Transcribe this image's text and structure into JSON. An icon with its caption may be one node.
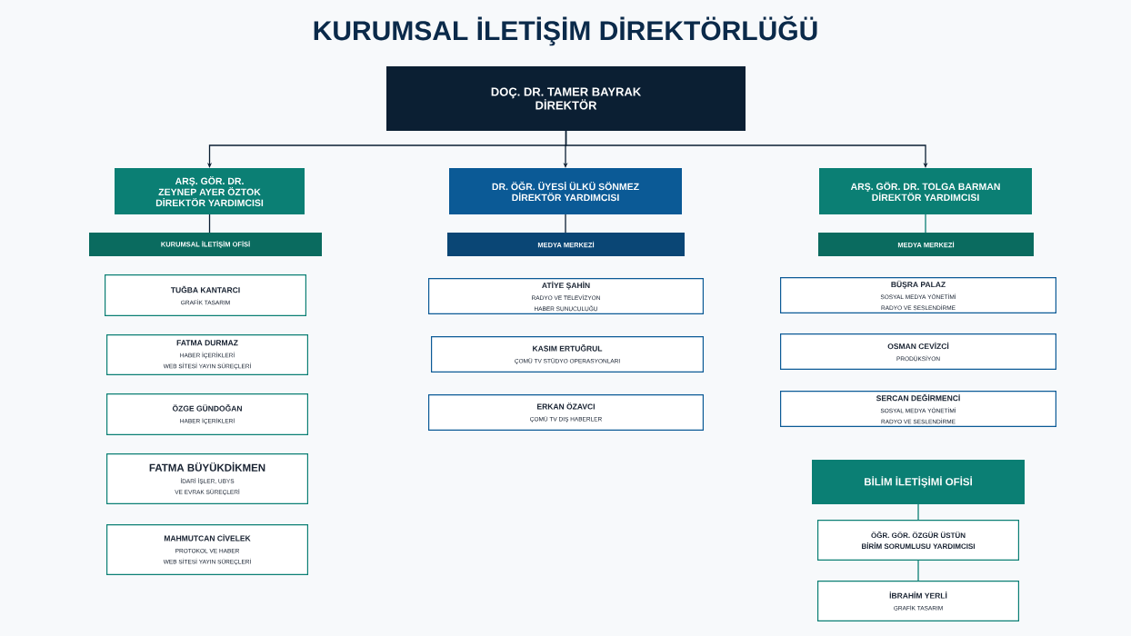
{
  "diagram": {
    "title": "KURUMSAL İLETİŞİM DİREKTÖRLÜĞÜ",
    "nodes": [
      {
        "text": [
          "DOÇ. DR. TAMER BAYRAK",
          "DİREKTÖR"
        ]
      },
      {
        "text": [
          "ARŞ. GÖR. DR.",
          "ZEYNEP AYER ÖZTOK",
          "DİREKTÖR YARDIMCISI"
        ]
      },
      {
        "text": [
          "KURUMSAL İLETİŞİM OFİSİ"
        ]
      },
      {
        "text": [
          "TUĞBA KANTARCI",
          "GRAFİK TASARIM"
        ]
      },
      {
        "text": [
          "FATMA DURMAZ",
          "HABER İÇERİKLERİ",
          "WEB SİTESİ YAYIN SÜREÇLERİ"
        ]
      },
      {
        "text": [
          "ÖZGE GÜNDOĞAN",
          "HABER İÇERİKLERİ"
        ]
      },
      {
        "text": [
          "FATMA BÜYÜKDİKMEN",
          "İDARİ İŞLER, UBYS",
          "VE EVRAK SÜREÇLERİ"
        ]
      },
      {
        "text": [
          "MAHMUTCAN CİVELEK",
          "PROTOKOL VE HABER",
          "WEB SİTESİ YAYIN SÜREÇLERİ"
        ]
      },
      {
        "text": [
          "DR. ÖĞR. ÜYESİ ÜLKÜ SÖNMEZ",
          "DİREKTÖR YARDIMCISI"
        ]
      },
      {
        "text": [
          "MEDYA MERKEZİ"
        ]
      },
      {
        "text": [
          "ATİYE ŞAHİN",
          "RADYO VE TELEVİZYON",
          "HABER SUNUCULUĞU"
        ]
      },
      {
        "text": [
          "KASIM ERTUĞRUL",
          "ÇOMÜ TV STÜDYO OPERASYONLARI"
        ]
      },
      {
        "text": [
          "ERKAN ÖZAVCI",
          "ÇOMÜ TV DIŞ HABERLER"
        ]
      },
      {
        "text": [
          "ARŞ. GÖR. DR. TOLGA BARMAN",
          "DİREKTÖR YARDIMCISI"
        ]
      },
      {
        "text": [
          "MEDYA MERKEZİ"
        ]
      },
      {
        "text": [
          "BÜŞRA PALAZ",
          "SOSYAL MEDYA YÖNETİMİ",
          "RADYO VE SESLENDİRME"
        ]
      },
      {
        "text": [
          "OSMAN CEVİZCİ",
          "PRODÜKSİYON"
        ]
      },
      {
        "text": [
          "SERCAN DEĞİRMENCİ",
          "SOSYAL MEDYA YÖNETİMİ",
          "RADYO VE SESLENDİRME"
        ]
      },
      {
        "text": [
          "BİLİM İLETİŞİMİ OFİSİ"
        ]
      },
      {
        "text": [
          "ÖĞR. GÖR. ÖZGÜR ÜSTÜN",
          "BİRİM SORUMLUSU YARDIMCISI"
        ]
      },
      {
        "text": [
          "İBRAHİM YERLİ",
          "GRAFİK TASARIM"
        ]
      }
    ],
    "edges": [
      {
        "from": 0,
        "to": 1,
        "arrow": "to"
      },
      {
        "from": 0,
        "to": 8,
        "arrow": "to"
      },
      {
        "from": 0,
        "to": 13,
        "arrow": "to"
      },
      {
        "from": 1,
        "to": 2,
        "arrow": "none"
      },
      {
        "from": 8,
        "to": 9,
        "arrow": "none"
      },
      {
        "from": 13,
        "to": 14,
        "arrow": "none",
        "color": "#0b7f74"
      },
      {
        "from": 18,
        "to": 19,
        "arrow": "none",
        "color": "#0b7f74"
      },
      {
        "from": 19,
        "to": 20,
        "arrow": "none",
        "color": "#0b7f74"
      }
    ]
  }
}
